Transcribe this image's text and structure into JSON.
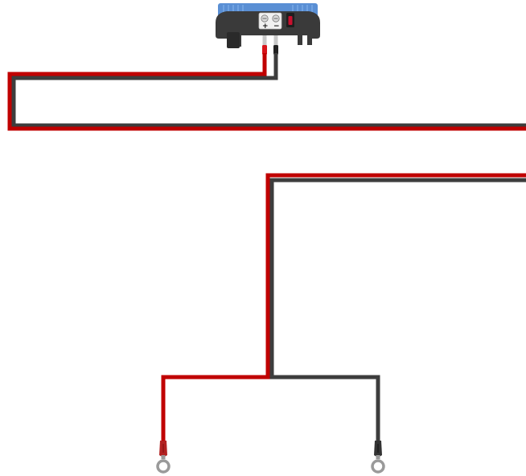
{
  "device": {
    "name": "battery-charger",
    "body_color": "#3a3a3a",
    "accent_color": "#5a8fd4",
    "terminal_positive_label": "+",
    "terminal_negative_label": "−",
    "fuse_color": "#c8102e"
  },
  "wires": {
    "positive_color": "#c00000",
    "negative_color": "#3d3d3d"
  },
  "connectors": {
    "positive": {
      "type": "ring-terminal",
      "sleeve_color": "#b22222",
      "ring_color": "#9a9a9a"
    },
    "negative": {
      "type": "ring-terminal",
      "sleeve_color": "#333333",
      "ring_color": "#9a9a9a"
    }
  }
}
